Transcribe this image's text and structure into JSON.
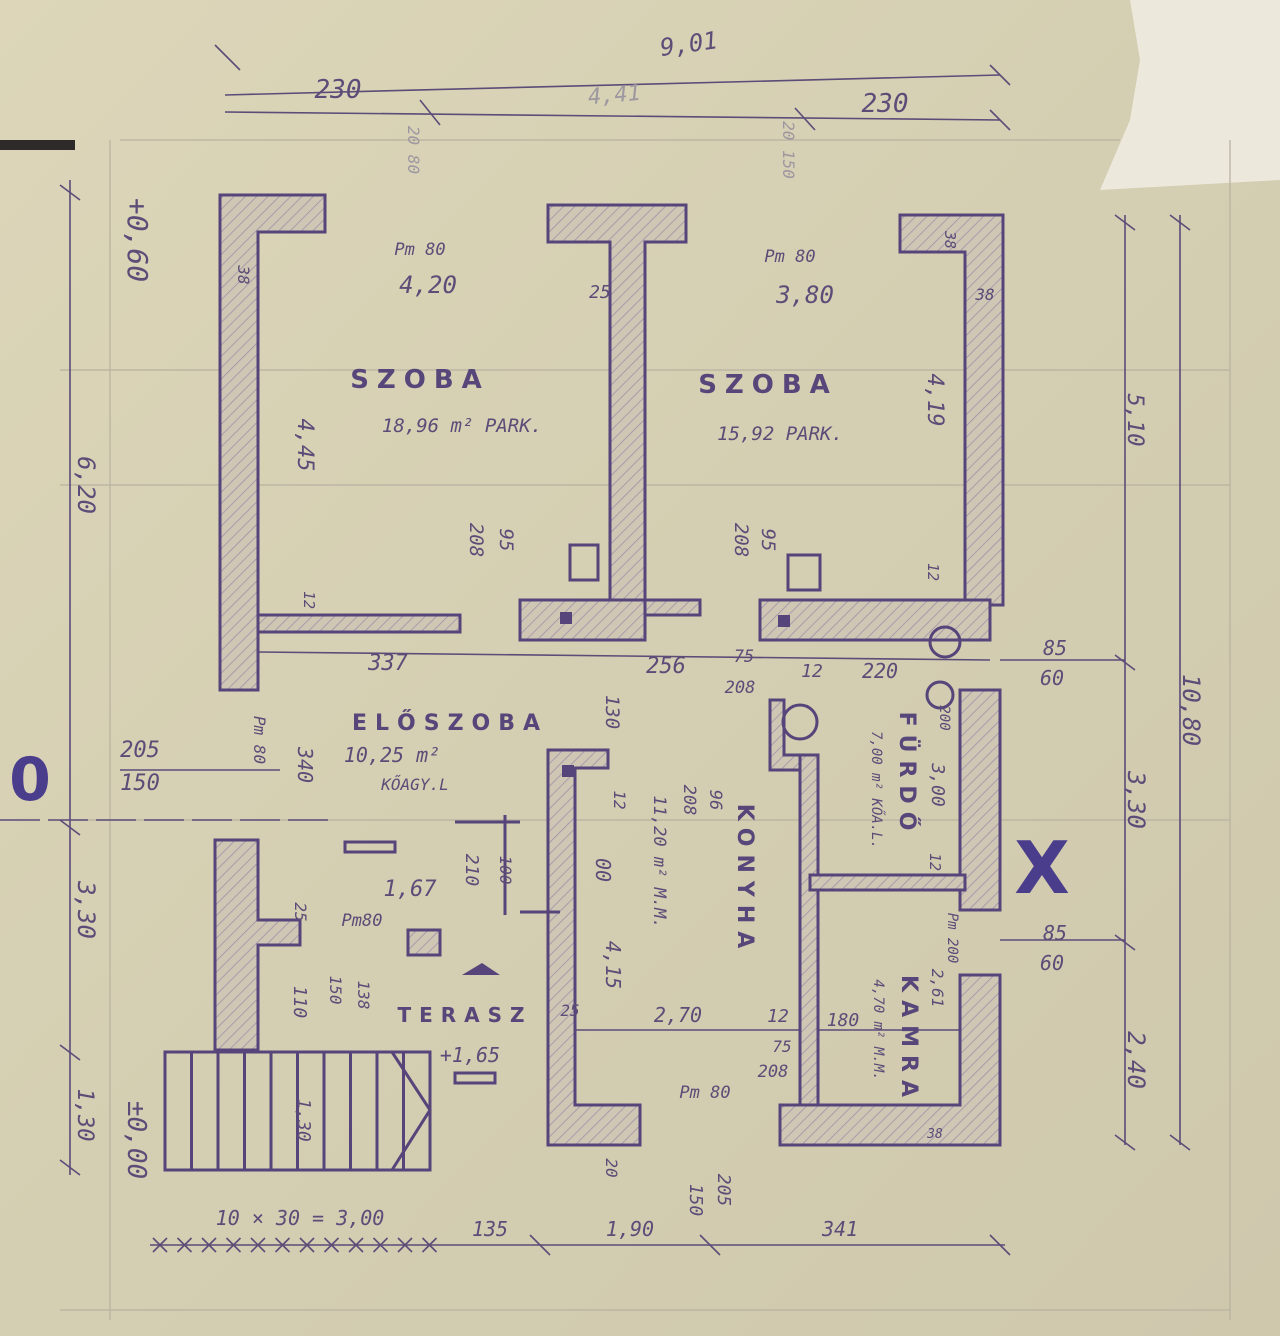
{
  "top": {
    "total": "9,01",
    "middle": "4,41",
    "left": "230",
    "right": "230",
    "faint_left": "20 80",
    "faint_right": "20 150"
  },
  "left": {
    "level_top": "+0,60",
    "h_620": "6,20",
    "h_330": "3,30",
    "h_130": "1,30",
    "level_zero": "±0,00",
    "w_205": "205",
    "w_150": "150",
    "marker": "0"
  },
  "room1": {
    "name": "SZOBA",
    "area": "18,96 m² PARK.",
    "pm": "Pm 80",
    "width": "4,20",
    "wall": "25",
    "wall_outer": "38",
    "height": "4,45",
    "door_w": "95",
    "door_h": "208",
    "inner_wall": "12"
  },
  "room2": {
    "name": "SZOBA",
    "area": "15,92 PARK.",
    "pm": "Pm 80",
    "width": "3,80",
    "wall_a": "38",
    "wall_b": "38",
    "height": "4,19",
    "door_w": "95",
    "door_h": "208",
    "inner_wall": "12"
  },
  "middle": {
    "d337": "337",
    "d256": "256",
    "d75": "75",
    "d208": "208",
    "d12": "12",
    "d220": "220",
    "d130": "130",
    "r85a": "85",
    "r60a": "60",
    "r85b": "85",
    "r60b": "60"
  },
  "hall": {
    "name": "ELŐSZOBA",
    "area": "10,25 m²",
    "floor": "KŐAGY.L",
    "pm": "Pm 80",
    "len": "340",
    "level": "1,67",
    "pm2": "Pm80",
    "d210": "210",
    "d100": "100",
    "d25": "25",
    "d150": "150",
    "d138": "138",
    "d110": "110"
  },
  "terrace": {
    "name": "TERASZ",
    "level": "+1,65",
    "stairs": "1,30"
  },
  "kitchen": {
    "name": "KONYHA",
    "area": "11,20 m² M.M.",
    "d12": "12",
    "d00": "00",
    "door_w": "96",
    "door_h": "208",
    "len": "4,15",
    "d25": "25",
    "width": "2,70",
    "d12b": "12",
    "d75": "75",
    "d208": "208",
    "pm": "Pm 80",
    "d20": "20"
  },
  "bath": {
    "name": "FÜRDŐ",
    "area": "7,00 m² KŐA.L.",
    "d200": "200",
    "len": "3,00",
    "d12": "12"
  },
  "pantry": {
    "name": "KAMRA",
    "area": "4,70 m² M.M.",
    "pm": "Pm 200",
    "len": "2,61",
    "width": "180",
    "wall": "38"
  },
  "right": {
    "d510": "5,10",
    "d1080": "10,80",
    "d330": "3,30",
    "d240": "2,40",
    "marker": "X"
  },
  "bottom": {
    "d205": "205",
    "d150": "150",
    "steps": "10 × 30 = 3,00",
    "d135": "135",
    "d190": "1,90",
    "d341": "341"
  },
  "colors": {
    "ink": "#5b4c78",
    "paper": "#d6d0b3",
    "marker": "#4a3d8c"
  }
}
